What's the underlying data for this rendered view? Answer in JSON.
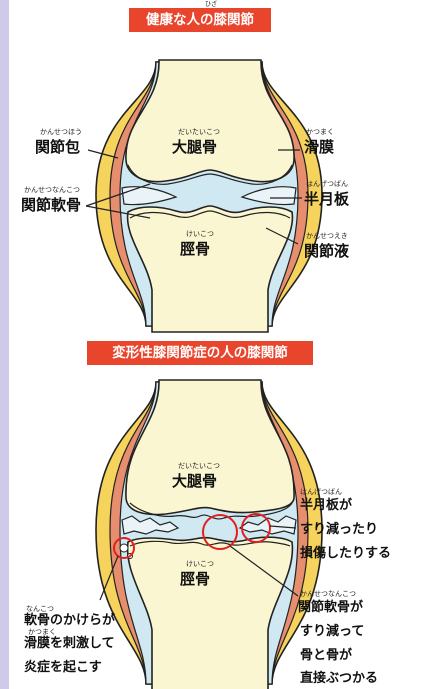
{
  "banners": {
    "healthy": "健康な人の膝関節",
    "healthy_ruby": "ひざ",
    "oa": "変形性膝関節症の人の膝関節"
  },
  "healthy": {
    "capsule": {
      "text": "関節包",
      "ruby": "かんせつほう"
    },
    "femur": {
      "text": "大腿骨",
      "ruby": "だいたいこつ"
    },
    "synovium": {
      "text": "滑膜",
      "ruby": "かつまく"
    },
    "cartilage": {
      "text": "関節軟骨",
      "ruby": "かんせつなんこつ"
    },
    "meniscus": {
      "text": "半月板",
      "ruby": "はんげつばん"
    },
    "tibia": {
      "text": "脛骨",
      "ruby": "けいこつ"
    },
    "fluid": {
      "text": "関節液",
      "ruby": "かんせつえき"
    }
  },
  "oa": {
    "femur": {
      "text": "大腿骨",
      "ruby": "だいたいこつ"
    },
    "tibia": {
      "text": "脛骨",
      "ruby": "けいこつ"
    },
    "meniscus_note": {
      "ruby": "はんげつばん",
      "lines": [
        "半月板が",
        "すり減ったり",
        "損傷したりする"
      ]
    },
    "cartilage_note": {
      "ruby": "かんせつなんこつ",
      "lines": [
        "関節軟骨が",
        "すり減って",
        "骨と骨が",
        "直接ぶつかる"
      ]
    },
    "fragment_note": {
      "ruby1": "なんこつ",
      "ruby2": "かつまく",
      "lines": [
        "軟骨のかけらが",
        "滑膜を刺激して",
        "炎症を起こす"
      ]
    }
  },
  "colors": {
    "banner": "#e8452c",
    "bone": "#fbf6d2",
    "capsule": "#f5d35c",
    "synovium": "#e68e6e",
    "fluid": "#cfe8f2",
    "strip": "#cfc9ea"
  }
}
